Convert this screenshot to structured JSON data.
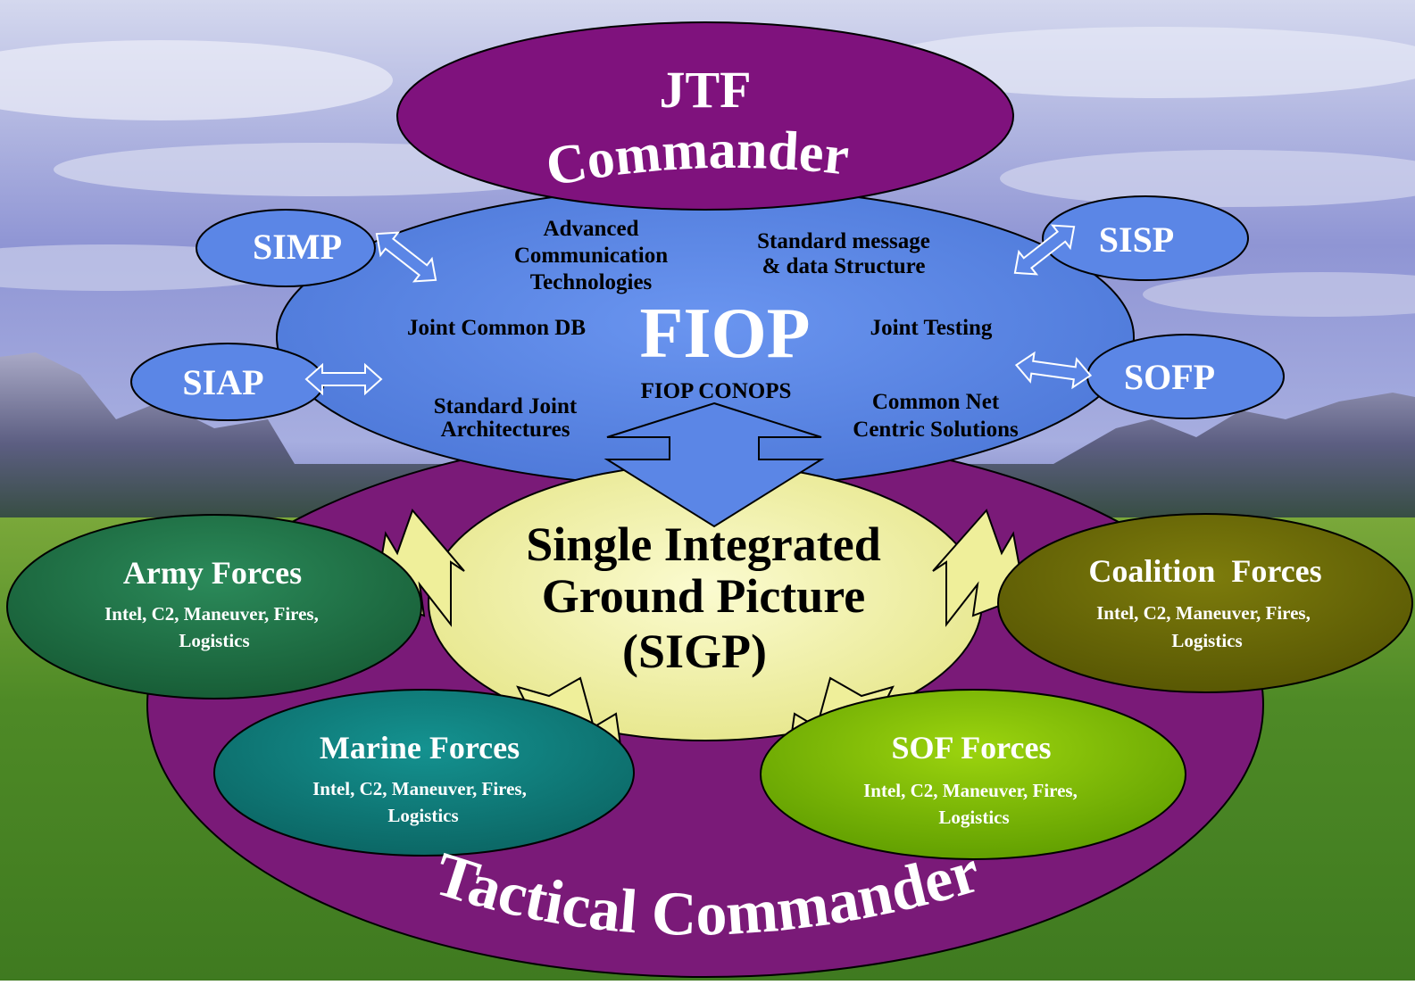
{
  "top": {
    "line1": "JTF",
    "line2": "Commander"
  },
  "bottom": {
    "label": "Tactical Commander"
  },
  "fiop": {
    "title": "FIOP",
    "conops": "FIOP CONOPS",
    "advanced": [
      "Advanced",
      "Communication",
      "Technologies"
    ],
    "standard_message": [
      "Standard message",
      "& data Structure"
    ],
    "joint_common_db": "Joint Common DB",
    "joint_testing": "Joint Testing",
    "standard_joint": [
      "Standard Joint",
      "Architectures"
    ],
    "common_net": [
      "Common Net",
      "Centric Solutions"
    ]
  },
  "satellites": {
    "simp": "SIMP",
    "sisp": "SISP",
    "siap": "SIAP",
    "sofp": "SOFP"
  },
  "sigp": {
    "line1": "Single Integrated",
    "line2": "Ground Picture",
    "line3": "(SIGP)"
  },
  "forces": {
    "army": {
      "title": "Army Forces",
      "line1": "Intel, C2, Maneuver, Fires,",
      "line2": "Logistics"
    },
    "coalition": {
      "title": "Coalition  Forces",
      "line1": "Intel, C2, Maneuver, Fires,",
      "line2": "Logistics"
    },
    "marine": {
      "title": "Marine Forces",
      "line1": "Intel, C2, Maneuver, Fires,",
      "line2": "Logistics"
    },
    "sof": {
      "title": "SOF Forces",
      "line1": "Intel, C2, Maneuver, Fires,",
      "line2": "Logistics"
    }
  },
  "colors": {
    "purple": "#7a1a78",
    "fiop_blue": "#5b86e6",
    "sigp_yellow": "#efef9a",
    "army_green": "#1f6e44",
    "marine_teal": "#0f7a78",
    "coalition_olive": "#6b6a05",
    "sof_lime": "#7ab800"
  }
}
